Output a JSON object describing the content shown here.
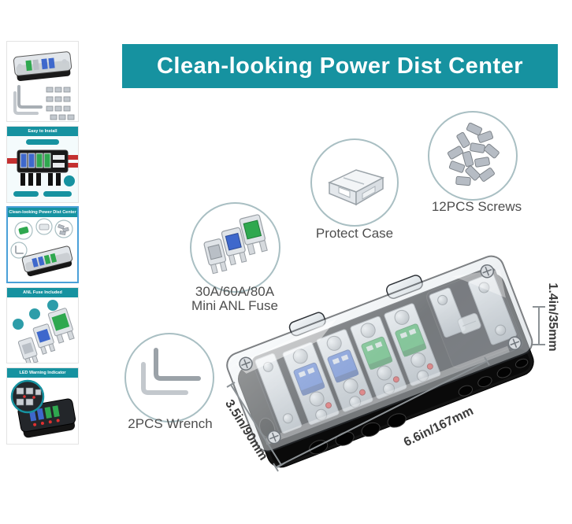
{
  "banner": {
    "title": "Clean-looking Power Dist Center"
  },
  "sidebar": {
    "thumbnails": [
      {
        "id": "kit-overview",
        "title": ""
      },
      {
        "id": "easy-to-install",
        "title": "Easy to Install"
      },
      {
        "id": "clean-looking-power-dist-center",
        "title": "Clean-looking Power Dist Center"
      },
      {
        "id": "anl-fuse-included",
        "title": "ANL Fuse Included"
      },
      {
        "id": "led-warning-indicator",
        "title": "LED Warning Indicator"
      }
    ]
  },
  "callouts": {
    "protect_case": {
      "label": "Protect Case"
    },
    "screws": {
      "label": "12PCS Screws"
    },
    "fuse": {
      "label_line1": "30A/60A/80A",
      "label_line2": "Mini ANL Fuse"
    },
    "wrench": {
      "label": "2PCS Wrench"
    }
  },
  "dimensions": {
    "height": "1.4in/35mm",
    "depth": "3.5in/90mm",
    "length": "6.6in/167mm"
  },
  "colors": {
    "teal": "#1692a0",
    "thumb_active_border": "#4aa0d8",
    "circle_stroke": "#a9bfc3",
    "label_gray": "#4e4e4e",
    "dim_gray": "#3b3b3b",
    "fuse_blue": "#3e68cc",
    "fuse_green": "#2fa84f",
    "led_red": "#e03030",
    "wire_red": "#c43030",
    "silver": "#c6ccd2"
  }
}
